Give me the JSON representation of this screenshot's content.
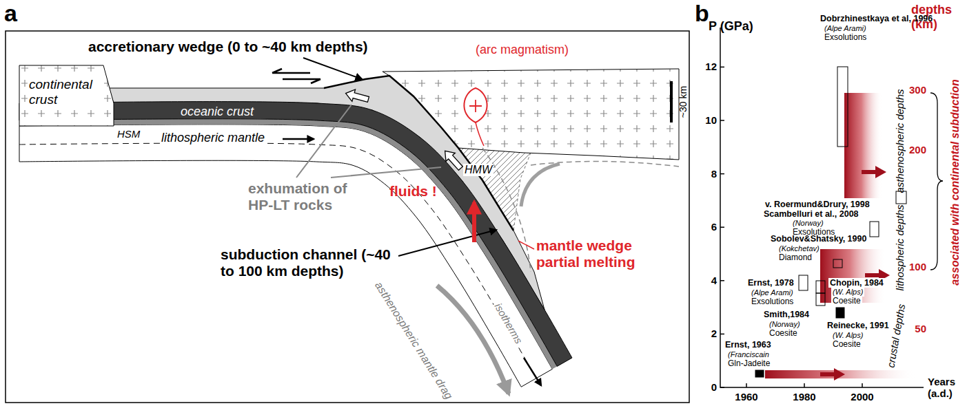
{
  "diagram": {
    "labels": [
      "a",
      "accretionary wedge (0 to ~40 km depths)",
      "(arc magmatism)",
      "continental crust",
      "oceanic crust",
      "HSM",
      "lithospheric mantle",
      "~30 km",
      "HMW",
      "exhumation of HP-LT rocks",
      "fluids !",
      "subduction channel (~40 to 100 km depths)",
      "mantle wedge partial melting",
      "isotherms",
      "asthenospheric mantle drag",
      "b",
      "P (GPa)",
      "depths (km)",
      "12",
      "10",
      "8",
      "6",
      "4",
      "2",
      "0",
      "300",
      "200",
      "100",
      "50",
      "1960",
      "1980",
      "2000",
      "Years (a.d.)",
      "Dobrzhinestkaya et al, 1996",
      "(Alpe Arami)",
      "Exsolutions",
      "v. Roermund&Drury, 1998",
      "Scambelluri et al., 2008",
      "(Norway)",
      "Exsolutions",
      "Sobolev&Shatsky, 1990",
      "(Kokchetav)",
      "Diamond",
      "Ernst, 1978",
      "(Alpe Arami)",
      "Exsolutions",
      "Chopin, 1984",
      "(W. Alps)",
      "Coesite",
      "Smith,1984",
      "(Norway)",
      "Coesite",
      "Reinecke, 1991",
      "(W. Alps)",
      "Coesite",
      "Ernst, 1963",
      "(Franciscain",
      "Gln-Jadeite",
      "crustal depths",
      "lithospheric depths",
      "asthenospheric depths",
      "associated with continental subduction"
    ]
  }
}
